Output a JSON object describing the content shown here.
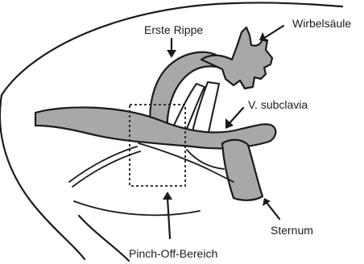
{
  "labels": {
    "first_rib": "Erste Rippe",
    "spine": "Wirbelsäule",
    "subclavian_vein": "V. subclavia",
    "sternum": "Sternum",
    "pinch_off": "Pinch-Off-Bereich"
  },
  "colors": {
    "bone_fill": "#a8a8a8",
    "stroke": "#1a1a1a",
    "background": "#ffffff"
  }
}
